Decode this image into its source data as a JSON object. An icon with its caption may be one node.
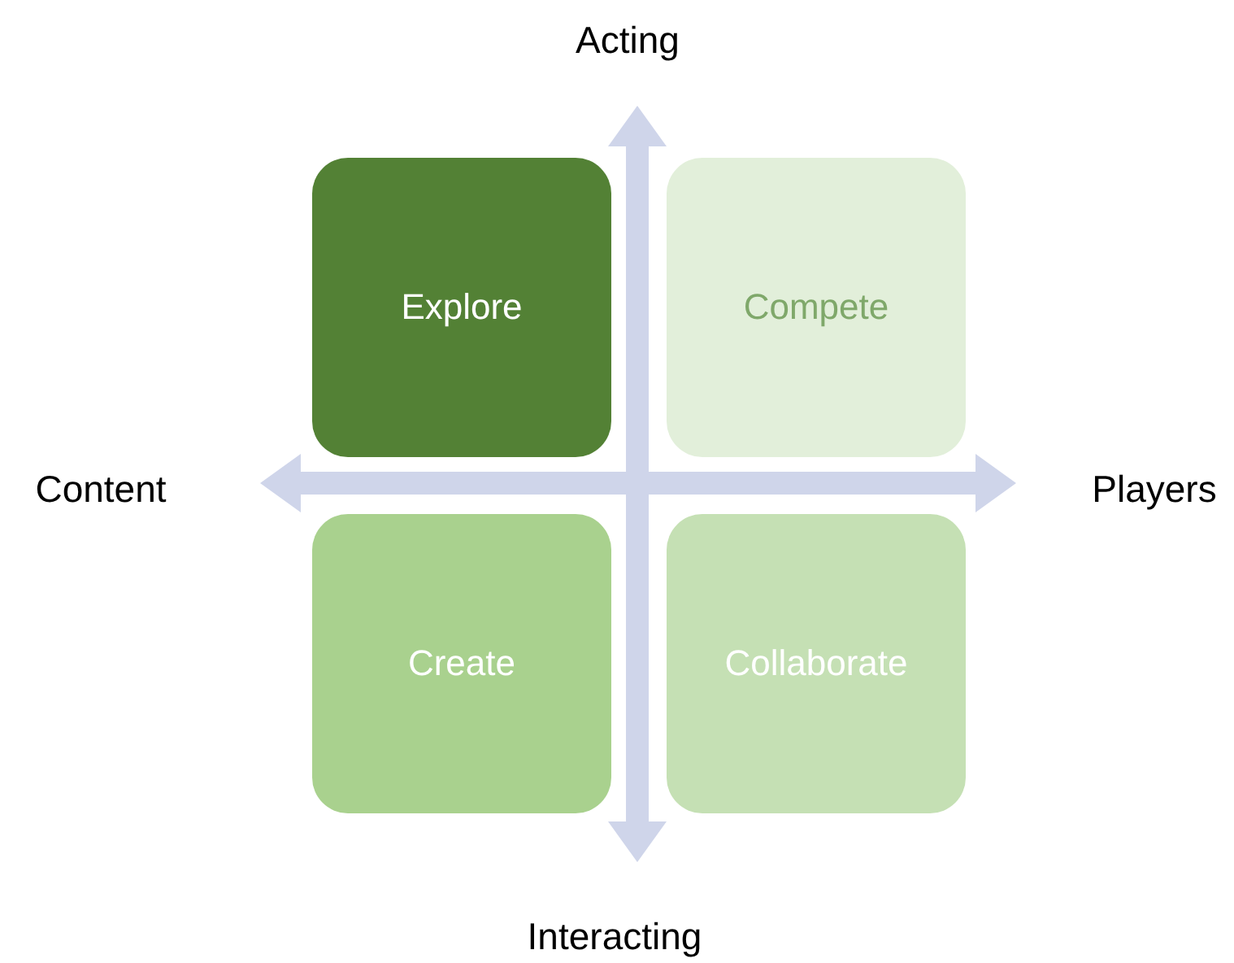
{
  "diagram": {
    "nodes": [
      {
        "text": [
          "Explore"
        ]
      },
      {
        "text": [
          "Compete"
        ]
      },
      {
        "text": [
          "Create"
        ]
      },
      {
        "text": [
          "Collaborate"
        ]
      }
    ],
    "labels": [
      "Acting",
      "Content",
      "Players",
      "Interacting"
    ]
  }
}
